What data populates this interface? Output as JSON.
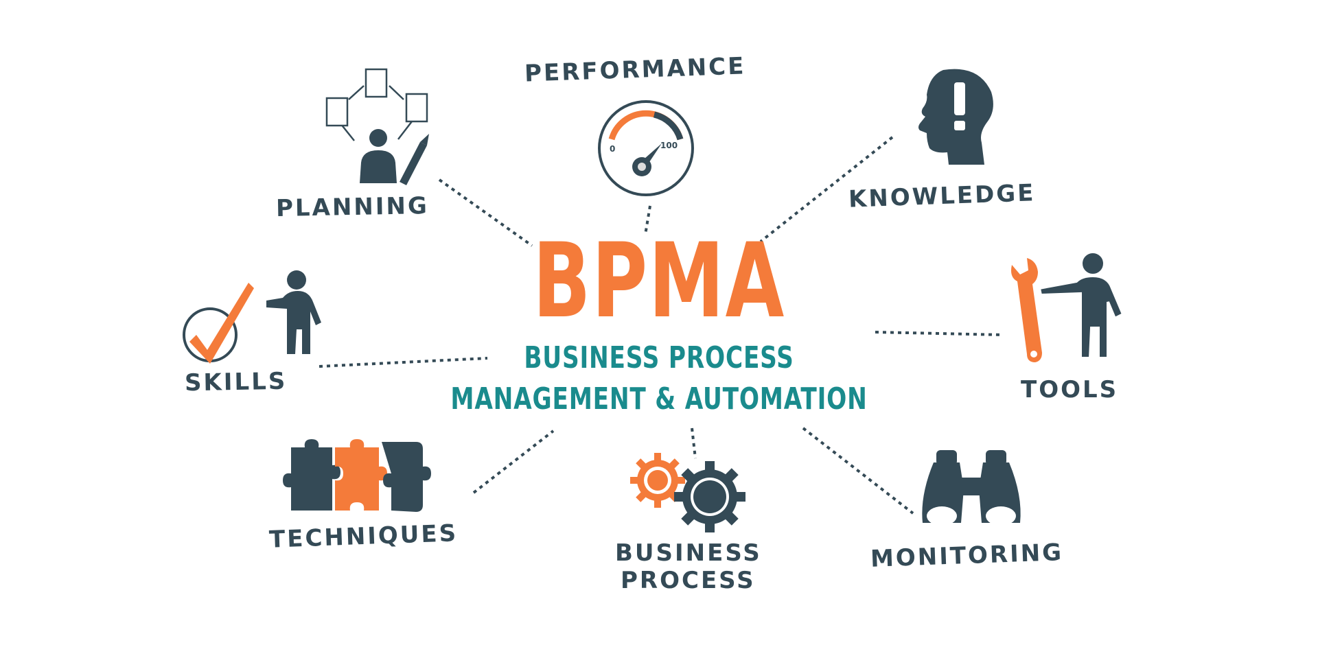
{
  "colors": {
    "dark": "#344a56",
    "orange": "#f47b3a",
    "teal": "#1a8b8d"
  },
  "center": {
    "title": "BPMA",
    "subtitle_line1": "BUSINESS PROCESS",
    "subtitle_line2": "MANAGEMENT & AUTOMATION"
  },
  "nodes": {
    "performance": {
      "label": "PERFORMANCE",
      "icon": "speedometer-icon",
      "gauge_min": "0",
      "gauge_max": "100"
    },
    "planning": {
      "label": "PLANNING",
      "icon": "planner-icon"
    },
    "knowledge": {
      "label": "KNOWLEDGE",
      "icon": "head-exclamation-icon"
    },
    "skills": {
      "label": "SKILLS",
      "icon": "checkmark-person-icon"
    },
    "tools": {
      "label": "TOOLS",
      "icon": "wrench-person-icon"
    },
    "techniques": {
      "label": "TECHNIQUES",
      "icon": "puzzle-icon"
    },
    "business_process": {
      "label_line1": "BUSINESS",
      "label_line2": "PROCESS",
      "icon": "gears-icon"
    },
    "monitoring": {
      "label": "MONITORING",
      "icon": "binoculars-icon"
    }
  }
}
